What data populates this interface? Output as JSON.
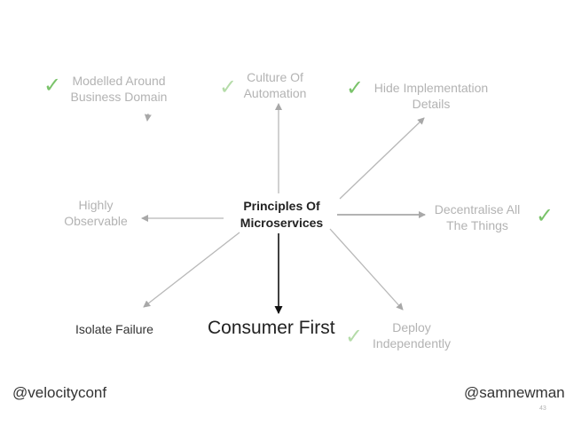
{
  "diagram": {
    "center": {
      "line1": "Principles Of",
      "line2": "Microservices"
    },
    "principles": {
      "modelled": {
        "line1": "Modelled Around",
        "line2": "Business Domain"
      },
      "culture": {
        "line1": "Culture Of",
        "line2": "Automation"
      },
      "hide": {
        "line1": "Hide Implementation",
        "line2": "Details"
      },
      "decentralise": {
        "line1": "Decentralise All",
        "line2": "The Things"
      },
      "deploy": {
        "line1": "Deploy",
        "line2": "Independently"
      },
      "consumer": "Consumer First",
      "isolate": "Isolate Failure",
      "observable": {
        "line1": "Highly",
        "line2": "Observable"
      }
    },
    "check_glyph": "✓"
  },
  "footer": {
    "left": "@velocityconf",
    "right": "@samnewman",
    "page_number": "43"
  },
  "colors": {
    "check": "#7ac36a",
    "check_light": "#b5dca9",
    "muted_text": "#b3b3b3",
    "dark_text": "#222222",
    "arrow_dark": "#111111",
    "arrow_light": "#b8b8b8"
  }
}
